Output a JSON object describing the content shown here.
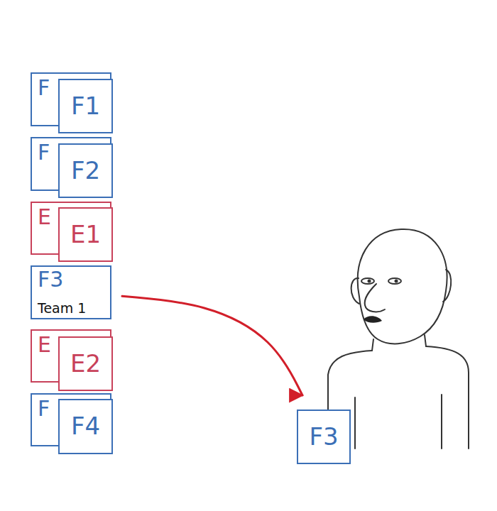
{
  "diagram": {
    "nodes": [
      {
        "text": [
          "F"
        ]
      },
      {
        "text": [
          "F1"
        ]
      },
      {
        "text": [
          "F"
        ]
      },
      {
        "text": [
          "F2"
        ]
      },
      {
        "text": [
          "E"
        ]
      },
      {
        "text": [
          "E1"
        ]
      },
      {
        "text": [
          "F3",
          "Team 1"
        ]
      },
      {
        "text": [
          "E"
        ]
      },
      {
        "text": [
          "E2"
        ]
      },
      {
        "text": [
          "F"
        ]
      },
      {
        "text": [
          "F4"
        ]
      },
      {
        "text": [
          "F3"
        ]
      }
    ],
    "edges": [
      {
        "from": 6,
        "to": 11,
        "arrow": "to"
      }
    ]
  }
}
